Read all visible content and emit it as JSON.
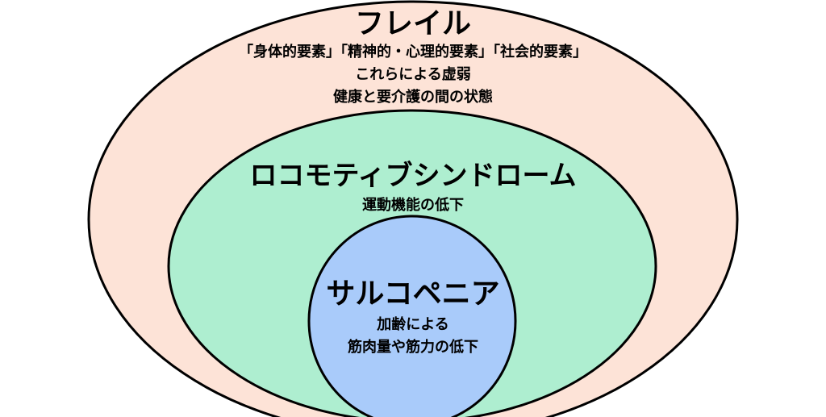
{
  "colors": {
    "frailty": "#fde3d7",
    "locomotive": "#aeeed0",
    "sarcopenia": "#a9cbfa",
    "stroke": "#000000"
  },
  "frailty": {
    "title": "フレイル",
    "lines": [
      "「身体的要素」「精神的・心理的要素」「社会的要素」",
      "これらによる虚弱",
      "健康と要介護の間の状態"
    ]
  },
  "locomotive": {
    "title": "ロコモティブシンドローム",
    "lines": [
      "運動機能の低下"
    ]
  },
  "sarcopenia": {
    "title": "サルコペニア",
    "lines": [
      "加齢による",
      "筋肉量や筋力の低下"
    ]
  }
}
